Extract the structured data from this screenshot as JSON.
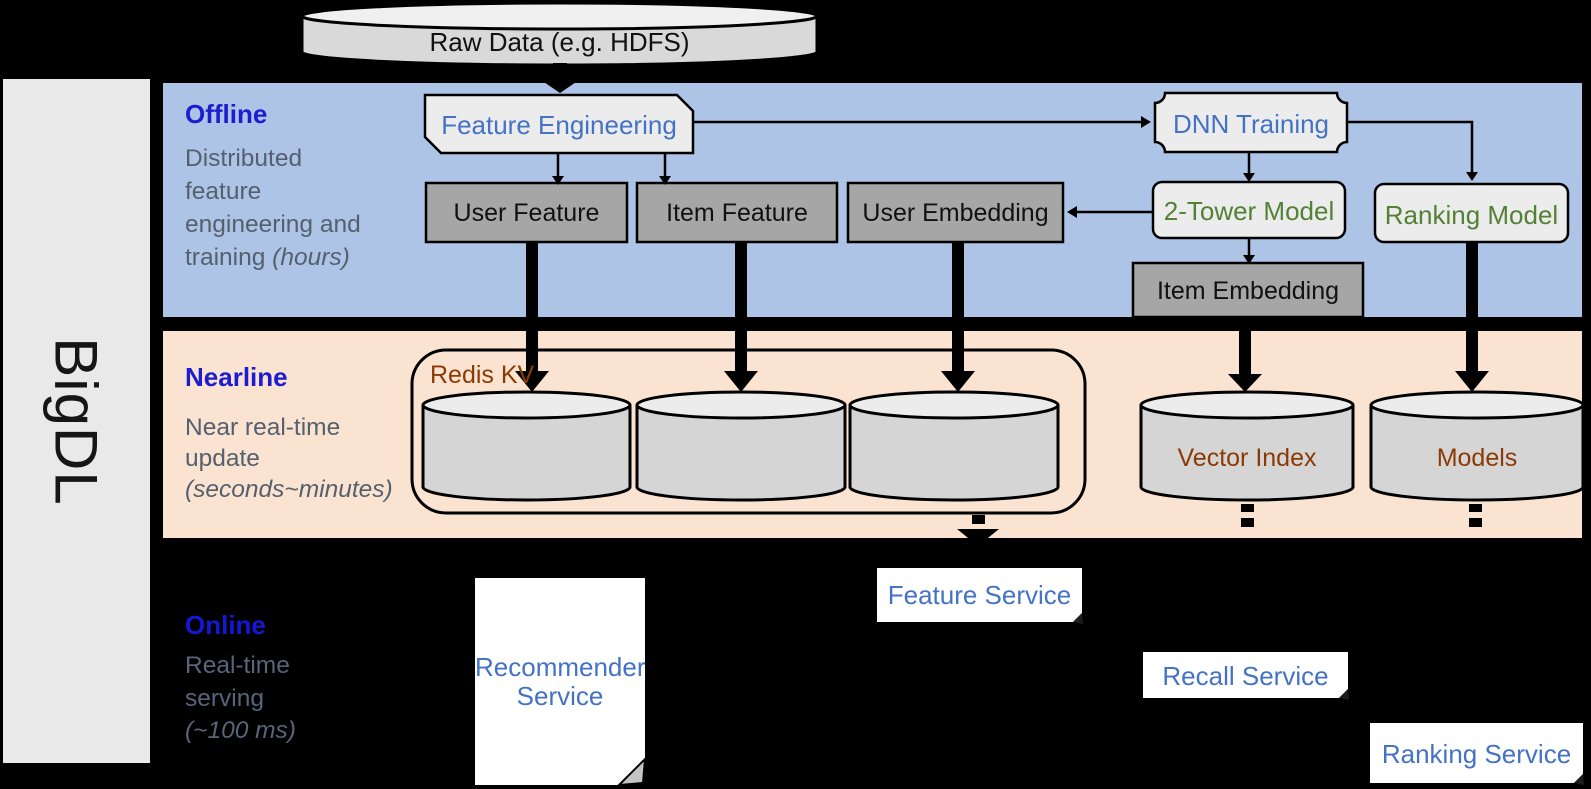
{
  "sidebar": {
    "brand": "BigDL"
  },
  "datastore": {
    "raw_data": "Raw Data (e.g. HDFS)"
  },
  "lanes": {
    "offline": {
      "title": "Offline",
      "line1": "Distributed",
      "line2": "feature",
      "line3": "engineering and",
      "line4": "training ",
      "line4_italic": "(hours)"
    },
    "nearline": {
      "title": "Nearline",
      "line1": "Near real-time",
      "line2": "update",
      "line3_italic": "(seconds~minutes)"
    },
    "online": {
      "title": "Online",
      "line1": "Real-time",
      "line2": "serving",
      "line3_italic": "(~100 ms)"
    }
  },
  "nodes": {
    "feature_engineering": "Feature Engineering",
    "dnn_training": "DNN Training",
    "user_feature": "User Feature",
    "item_feature": "Item Feature",
    "user_embedding": "User Embedding",
    "two_tower_model": "2-Tower Model",
    "ranking_model": "Ranking Model",
    "item_embedding": "Item Embedding",
    "redis_kv": "Redis KV",
    "vector_index": "Vector Index",
    "models": "Models",
    "feature_service": "Feature Service",
    "recall_service": "Recall Service",
    "ranking_service": "Ranking Service",
    "recommender_service_line1": "Recommender",
    "recommender_service_line2": "Service"
  },
  "colors": {
    "lane_blue": "#adc4e6",
    "lane_orange": "#fbe3d1",
    "accent_blue": "#4472c4",
    "accent_green": "#538135",
    "accent_brown": "#8c3a05",
    "title_blue": "#1c1cd0",
    "gray_box": "#a6a6a6",
    "cylinder_body": "#d5d5d5"
  }
}
